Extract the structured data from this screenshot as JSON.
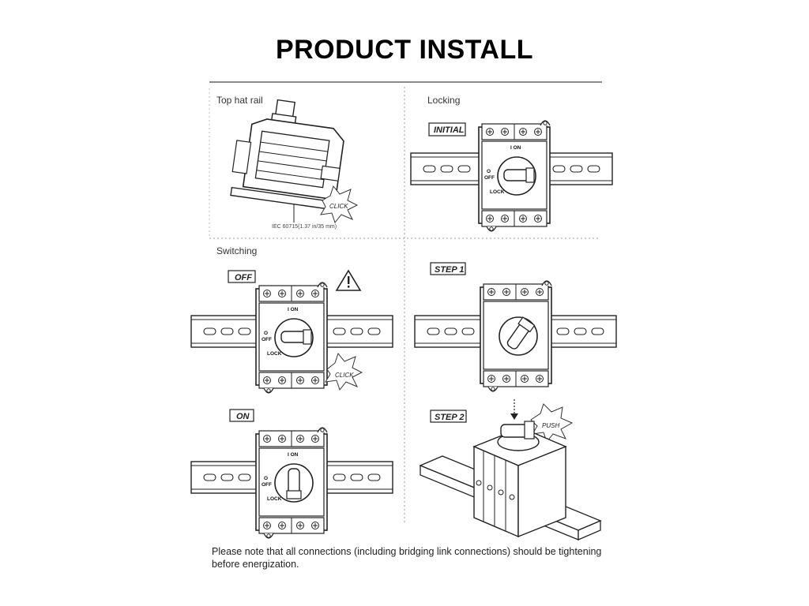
{
  "title": "PRODUCT INSTALL",
  "panels": {
    "top_hat": {
      "label": "Top hat rail",
      "caption": "IEC 60715(1.37 in/35 mm)",
      "click": "CLICK"
    },
    "locking": {
      "label": "Locking",
      "tag": "INITIAL"
    },
    "switching": {
      "label": "Switching",
      "tag_off": "OFF",
      "tag_on": "ON",
      "click": "CLICK"
    },
    "step1": {
      "tag": "STEP 1"
    },
    "step2": {
      "tag": "STEP 2",
      "push": "PUSH"
    }
  },
  "device": {
    "on_label": "I ON",
    "off_o": "O",
    "off_label": "OFF",
    "lock_label": "LOCK"
  },
  "note": "Please note that all connections (including bridging link connections) should be tightening before energization.",
  "icons": [
    "warning-icon",
    "click-burst-icon",
    "push-burst-icon",
    "down-arrow-icon"
  ]
}
